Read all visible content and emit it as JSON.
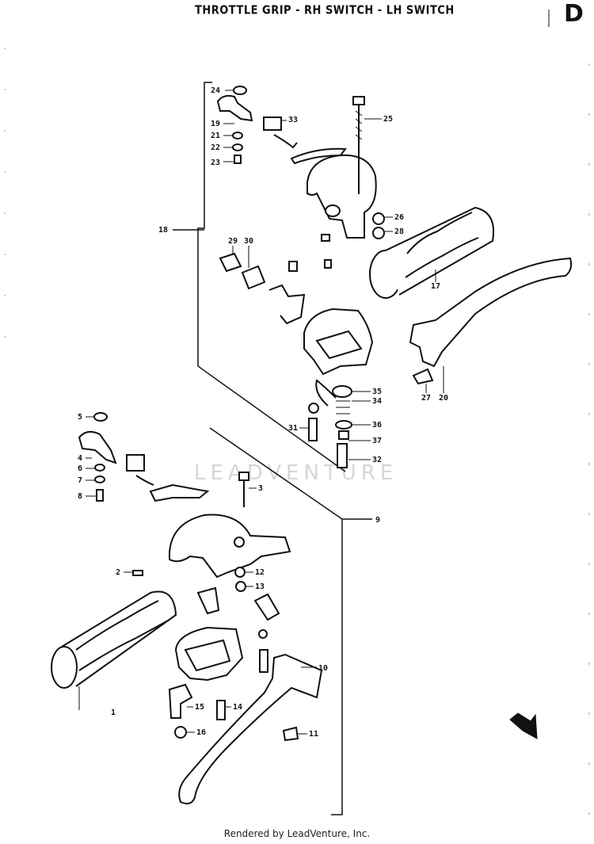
{
  "title": "THROTTLE GRIP - RH SWITCH - LH SWITCH",
  "page_letter": "D",
  "footer": "Rendered by LeadVenture, Inc.",
  "watermark": "LEADVENTURE",
  "labels": [
    "1",
    "2",
    "3",
    "4",
    "5",
    "6",
    "7",
    "8",
    "9",
    "10",
    "11",
    "12",
    "13",
    "14",
    "15",
    "16",
    "17",
    "18",
    "19",
    "20",
    "21",
    "22",
    "23",
    "24",
    "25",
    "26",
    "27",
    "28",
    "29",
    "30",
    "31",
    "32",
    "33",
    "34",
    "35",
    "36",
    "37"
  ]
}
